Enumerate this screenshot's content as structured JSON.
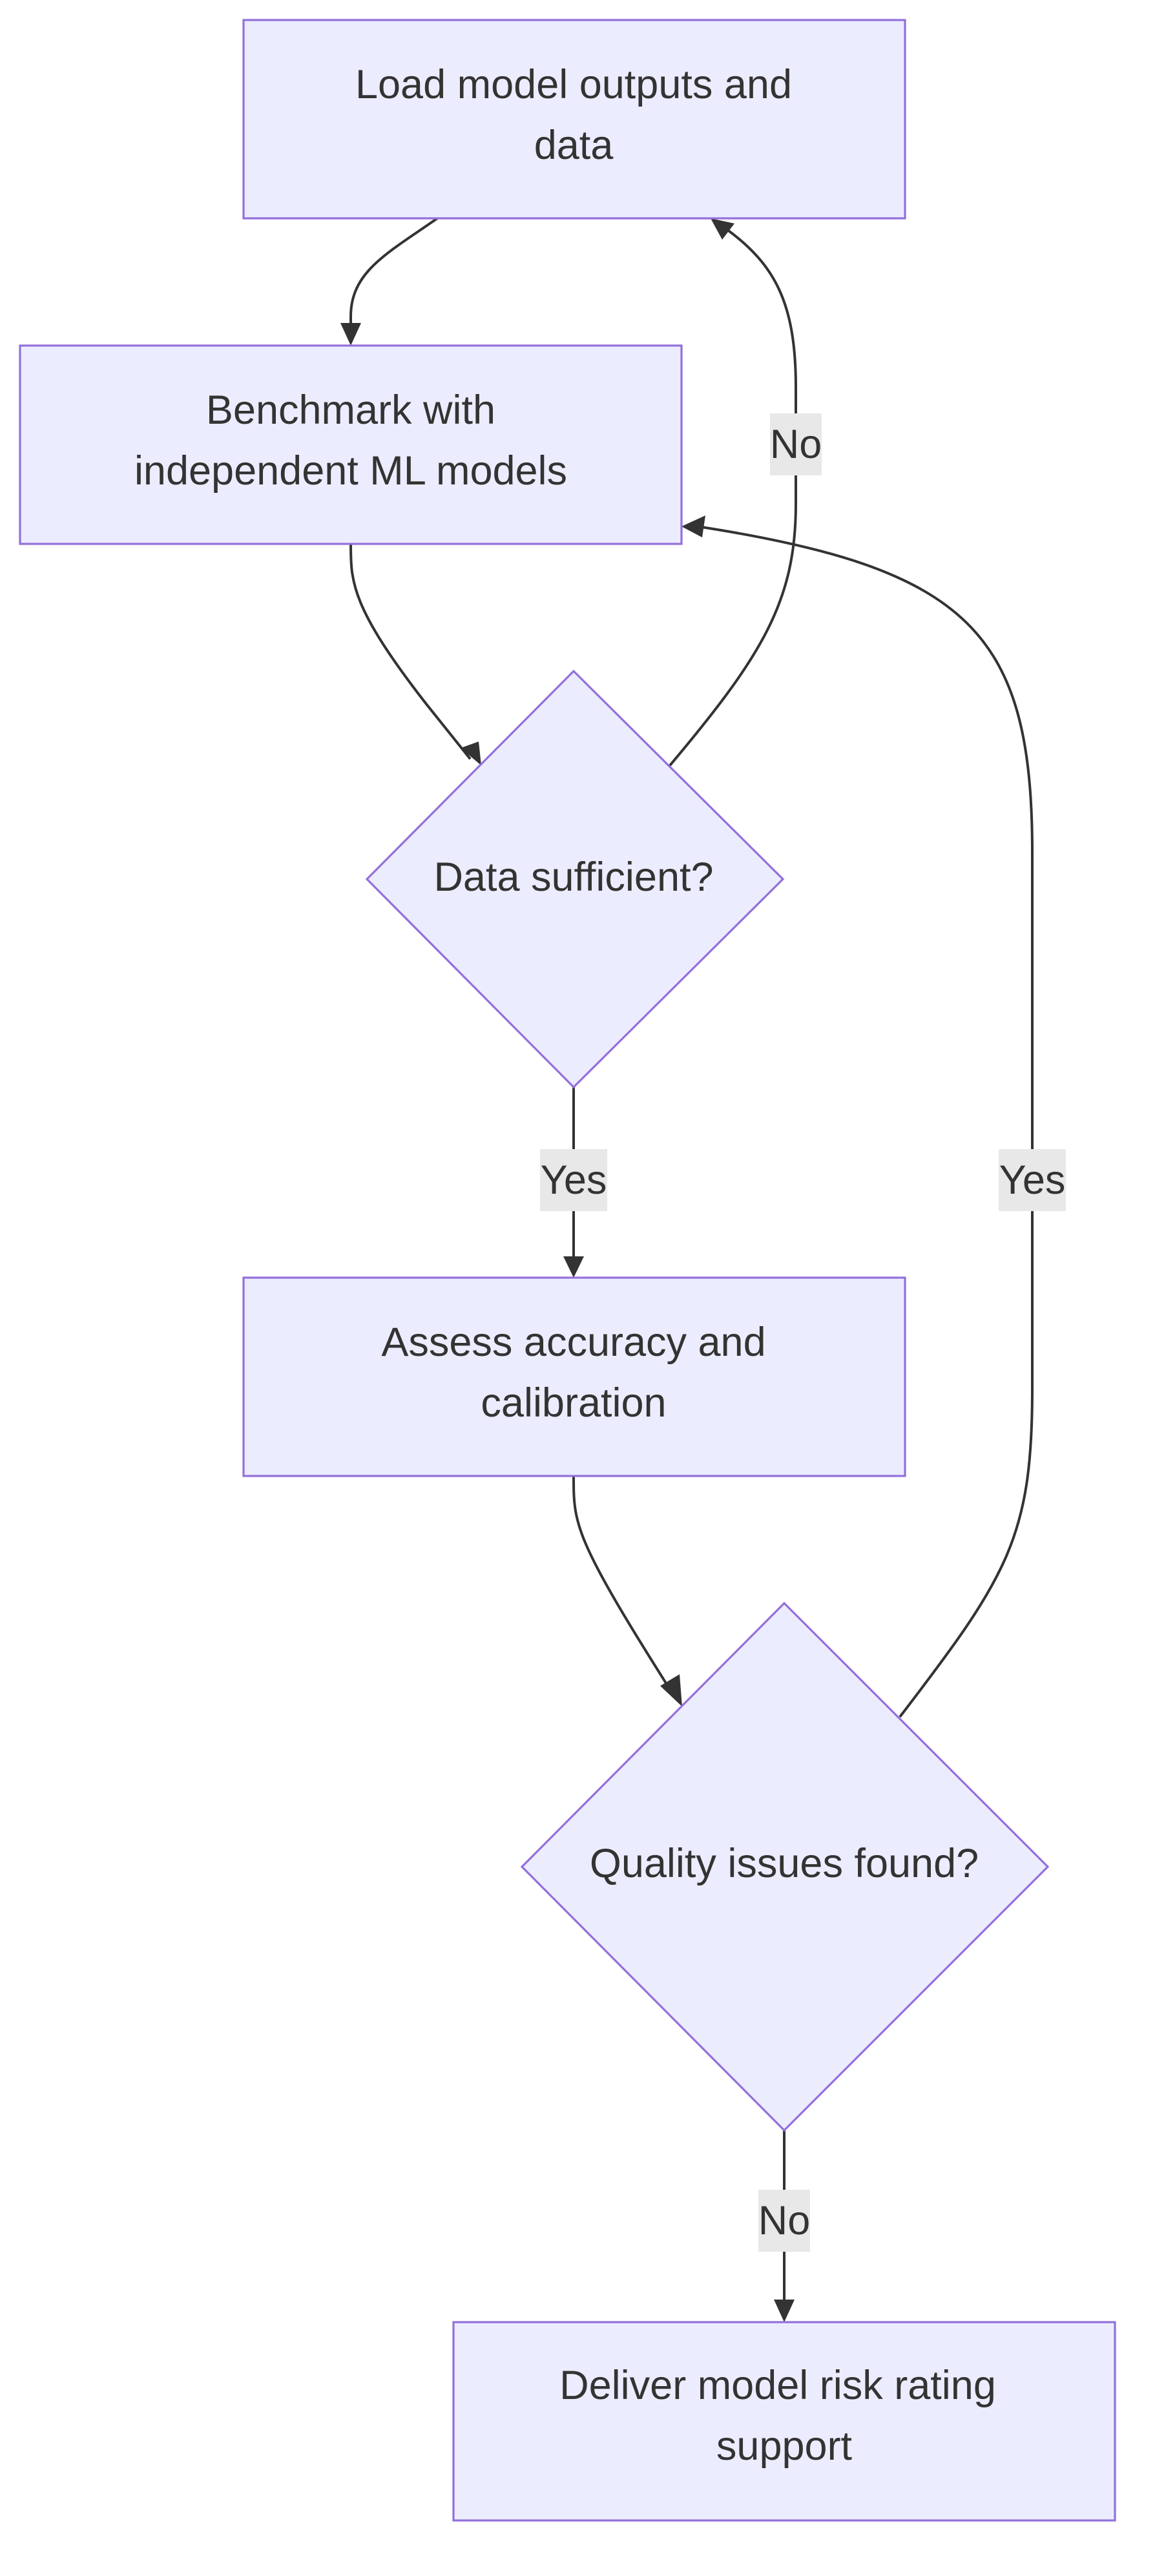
{
  "diagram": {
    "type": "flowchart",
    "colors": {
      "node_fill": "#ECECFF",
      "node_stroke": "#9370DB",
      "edge": "#333333",
      "text": "#333333",
      "label_bg": "#e8e8e8"
    },
    "nodes": {
      "load": {
        "shape": "rect",
        "lines": [
          "Load model outputs and",
          "data"
        ]
      },
      "benchmark": {
        "shape": "rect",
        "lines": [
          "Benchmark with",
          "independent ML models"
        ]
      },
      "sufficient": {
        "shape": "diamond",
        "lines": [
          "Data sufficient?"
        ]
      },
      "assess": {
        "shape": "rect",
        "lines": [
          "Assess accuracy and",
          "calibration"
        ]
      },
      "quality": {
        "shape": "diamond",
        "lines": [
          "Quality issues found?"
        ]
      },
      "deliver": {
        "shape": "rect",
        "lines": [
          "Deliver model risk rating",
          "support"
        ]
      }
    },
    "edges": [
      {
        "from": "load",
        "to": "benchmark",
        "label": ""
      },
      {
        "from": "benchmark",
        "to": "sufficient",
        "label": ""
      },
      {
        "from": "sufficient",
        "to": "load",
        "label": "No"
      },
      {
        "from": "sufficient",
        "to": "assess",
        "label": "Yes"
      },
      {
        "from": "assess",
        "to": "quality",
        "label": ""
      },
      {
        "from": "quality",
        "to": "benchmark",
        "label": "Yes"
      },
      {
        "from": "quality",
        "to": "deliver",
        "label": "No"
      }
    ]
  }
}
